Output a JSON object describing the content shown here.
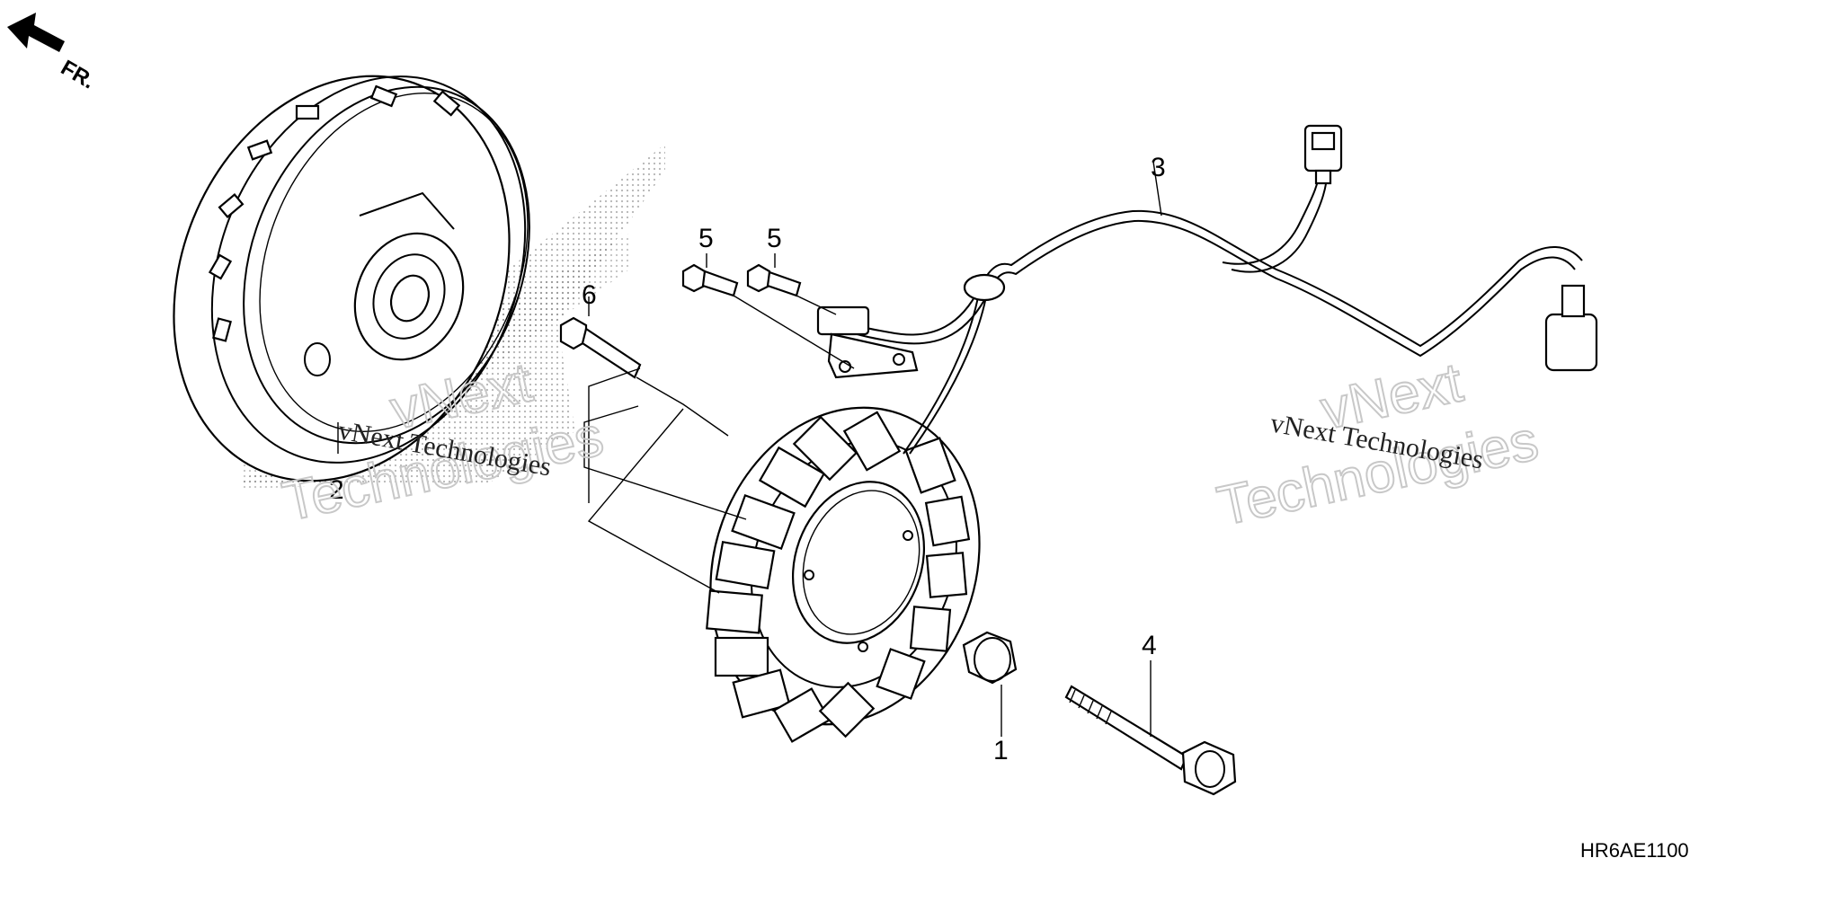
{
  "diagram": {
    "direction_label": "FR.",
    "part_code": "HR6AE1100",
    "callouts": {
      "c1": "1",
      "c2": "2",
      "c3": "3",
      "c4": "4",
      "c5a": "5",
      "c5b": "5",
      "c6": "6"
    },
    "watermarks": {
      "left_line1": "vNext Technologies",
      "left_outline1": "vNext",
      "left_outline2": "Technologies",
      "right_line1": "vNext Technologies",
      "right_outline1": "vNext",
      "right_outline2": "Technologies"
    },
    "icons": [
      "front-direction-arrow-icon"
    ],
    "colors": {
      "line": "#000000",
      "background": "#ffffff",
      "watermark": "#c8c8c8"
    }
  }
}
